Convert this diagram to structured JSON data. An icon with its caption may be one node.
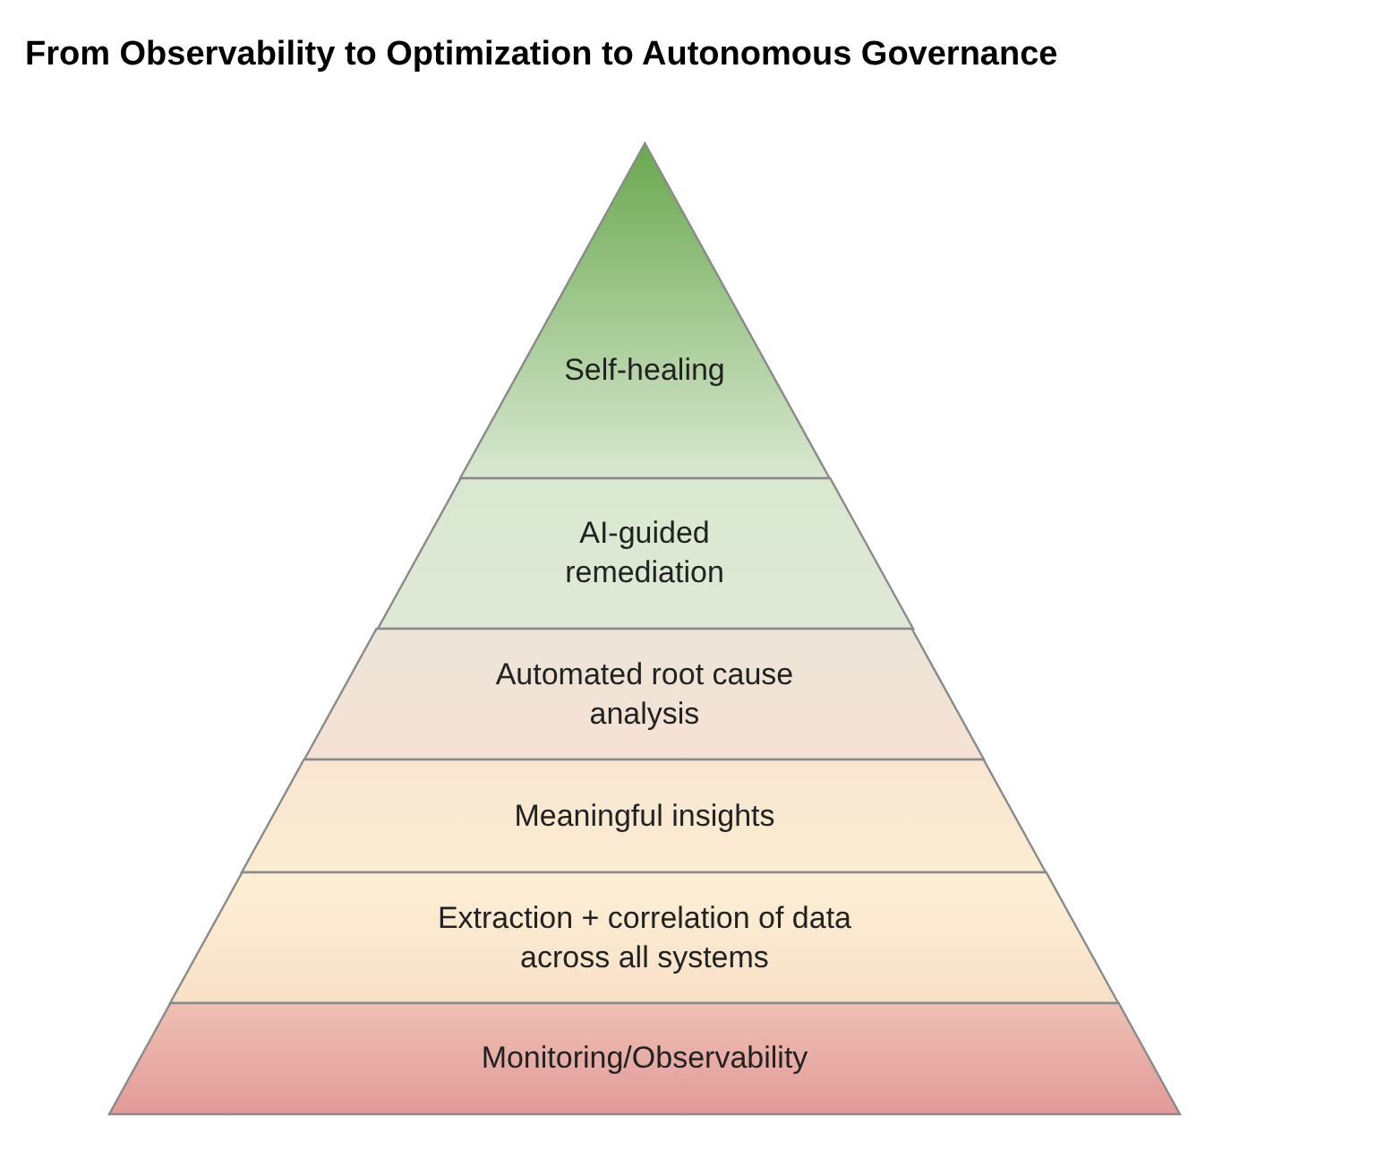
{
  "diagram": {
    "title": "From Observability to Optimization to Autonomous Governance",
    "nodes": [
      {
        "text": [
          "Self-healing"
        ]
      },
      {
        "text": [
          "AI-guided remediation"
        ]
      },
      {
        "text": [
          "Automated root cause analysis"
        ]
      },
      {
        "text": [
          "Meaningful insights"
        ]
      },
      {
        "text": [
          "Extraction + correlation of data across all systems"
        ]
      },
      {
        "text": [
          "Monitoring/Observability"
        ]
      }
    ]
  }
}
